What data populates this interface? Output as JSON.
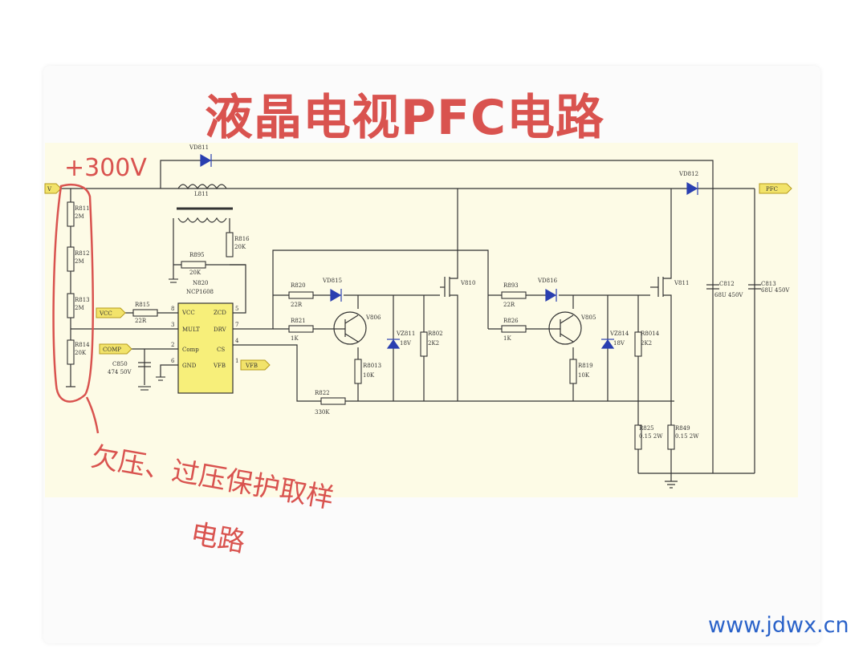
{
  "title": "液晶电视PFC电路",
  "watermark": "www.jdwx.cn",
  "annotations": {
    "voltage": "+300V",
    "note_line1": "欠压、过压保护取样",
    "note_line2": "电路"
  },
  "nets": {
    "input_tag": "V",
    "vcc_tag": "VCC",
    "comp_tag": "COMP",
    "vfb_tag": "VFB",
    "output_tag": "PFC"
  },
  "ic": {
    "ref": "N820",
    "part": "NCP1608",
    "pins_left": [
      "VCC",
      "MULT",
      "Comp",
      "GND"
    ],
    "pins_right": [
      "ZCD",
      "DRV",
      "CS",
      "VFB"
    ],
    "pin_nums_left": [
      "8",
      "3",
      "2",
      "6"
    ],
    "pin_nums_right": [
      "5",
      "7",
      "4",
      "1"
    ]
  },
  "components": {
    "VD811": "VD811",
    "VD812": "VD812",
    "L811": "L811",
    "R811": "R811",
    "R811_val": "2M",
    "R812": "R812",
    "R812_val": "2M",
    "R813": "R813",
    "R813_val": "2M",
    "R814": "R814",
    "R814_val": "20K",
    "R895": "R895",
    "R895_val": "20K",
    "R816": "R816",
    "R816_val": "20K",
    "R815": "R815",
    "R815_val": "22R",
    "C850": "C850",
    "C850_val": "474 50V",
    "R820": "R820",
    "R820_val": "22R",
    "R821": "R821",
    "R821_val": "1K",
    "VD815": "VD815",
    "V806": "V806",
    "VZ811": "VZ811",
    "VZ811_val": "18V",
    "R802": "R802",
    "R802_val": "2K2",
    "R8013": "R8013",
    "R8013_val": "10K",
    "R822": "R822",
    "R822_val": "330K",
    "V810": "V810",
    "R893": "R893",
    "R893_val": "22R",
    "R826": "R826",
    "R826_val": "1K",
    "VD816": "VD816",
    "V805": "V805",
    "VZ814": "VZ814",
    "VZ814_val": "18V",
    "R8014": "R8014",
    "R8014_val": "2K2",
    "R819": "R819",
    "R819_val": "10K",
    "V811": "V811",
    "R825": "R825",
    "R825_val": "0.15 2W",
    "R849": "R849",
    "R849_val": "0.15 2W",
    "C812": "C812",
    "C812_val": "68U 450V",
    "C813": "C813",
    "C813_val": "68U 450V"
  }
}
